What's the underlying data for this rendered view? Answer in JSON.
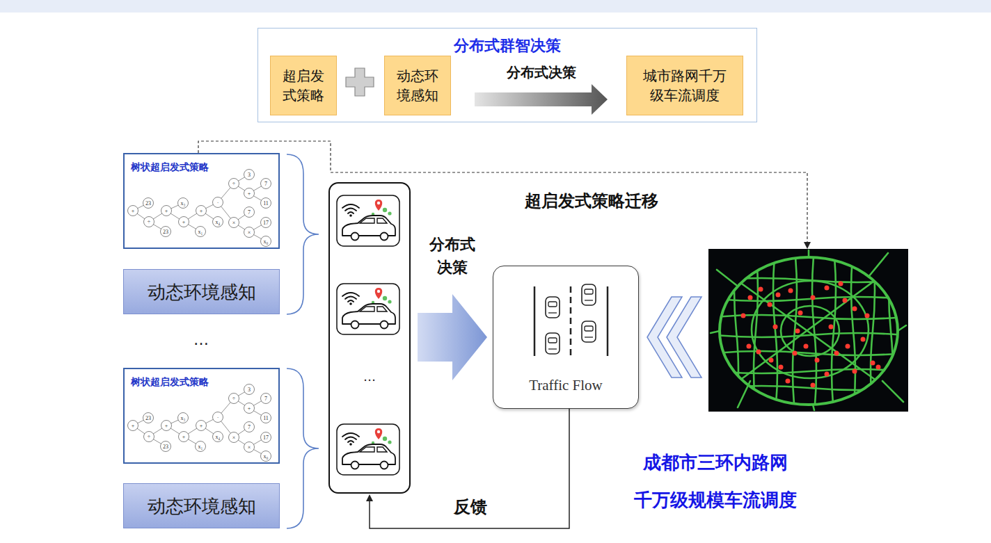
{
  "diagram": {
    "nodes": [
      {
        "text": [
          "分布式群智决策"
        ]
      },
      {
        "text": [
          "超启发式策略"
        ],
        "in": 0
      },
      {
        "text": [
          "动态环境感知"
        ],
        "in": 0
      },
      {
        "text": [
          "城市路网千万级车流调度"
        ],
        "in": 0
      },
      {
        "text": [
          "树状超启发式策略"
        ]
      },
      {
        "text": [
          "动态环境感知"
        ]
      },
      {
        "text": [
          "树状超启发式策略"
        ]
      },
      {
        "text": [
          "动态环境感知"
        ]
      },
      {
        "text": [
          "…"
        ]
      },
      {
        "text": [
          "Traffic Flow"
        ]
      },
      {
        "text": [
          "成都市三环内路网",
          "千万级规模车流调度"
        ]
      }
    ],
    "edges": [
      {
        "from": 2,
        "to": 3,
        "label": "分布式决策",
        "arrow": "to"
      },
      {
        "from": 4,
        "to": 10,
        "label": "超启发式策略迁移",
        "arrow": "to"
      },
      {
        "from": 8,
        "to": 9,
        "label": "分布式 决策",
        "arrow": "to"
      },
      {
        "from": 10,
        "to": 9,
        "arrow": "to"
      },
      {
        "from": 9,
        "to": 8,
        "label": "反馈",
        "arrow": "to"
      }
    ],
    "labels": [
      "…",
      "+",
      "23",
      "÷",
      "23",
      "+",
      "x₃",
      "+",
      "x₁",
      "+",
      "·",
      "x₄",
      "÷",
      "3",
      "+",
      "7",
      "11",
      "7",
      "×",
      "17",
      "×",
      "x₀",
      "+",
      "23",
      "÷",
      "23",
      "+",
      "x₃",
      "+",
      "x₁",
      "+",
      "·",
      "x₄",
      "÷",
      "3",
      "+",
      "7",
      "11",
      "7",
      "×",
      "17",
      "×",
      "x₀"
    ]
  }
}
